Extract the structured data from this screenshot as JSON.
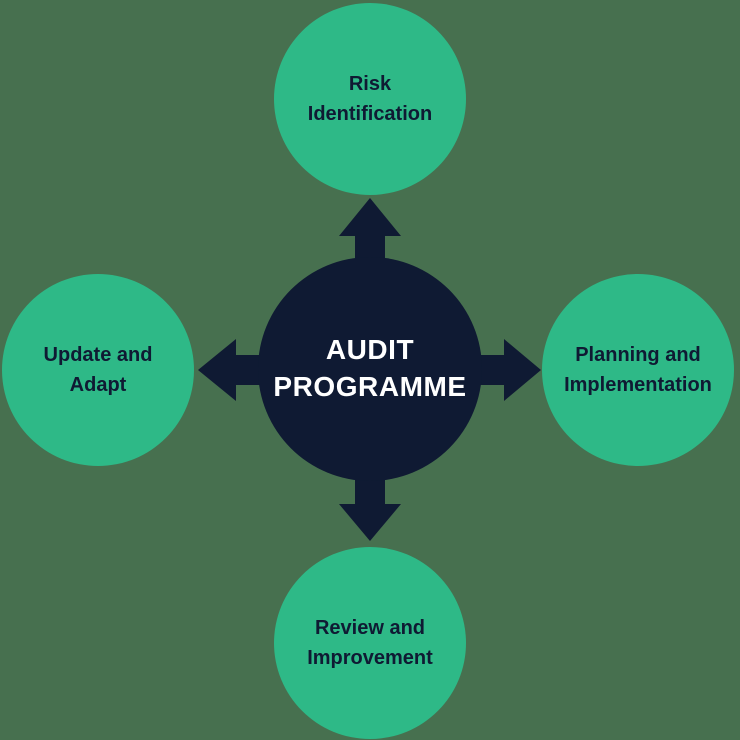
{
  "colors": {
    "background": "#47704f",
    "node": "#2eb987",
    "center": "#0f1a33",
    "node_text": "#0f1a33",
    "center_text": "#ffffff"
  },
  "center": {
    "label": "AUDIT PROGRAMME",
    "lines": [
      "AUDIT",
      "PROGRAMME"
    ]
  },
  "nodes": [
    {
      "id": "top",
      "arrow": "up",
      "label": "Risk Identification",
      "lines": [
        "Risk",
        "Identification"
      ]
    },
    {
      "id": "right",
      "arrow": "right",
      "label": "Planning and Implementation",
      "lines": [
        "Planning and",
        "Implementation"
      ]
    },
    {
      "id": "bottom",
      "arrow": "down",
      "label": "Review and Improvement",
      "lines": [
        "Review and",
        "Improvement"
      ]
    },
    {
      "id": "left",
      "arrow": "left",
      "label": "Update and Adapt",
      "lines": [
        "Update and",
        "Adapt"
      ]
    }
  ]
}
